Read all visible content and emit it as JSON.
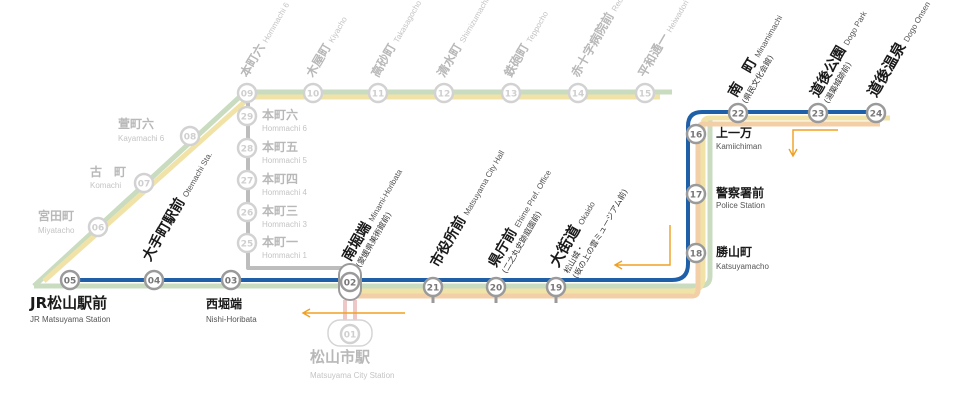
{
  "colors": {
    "main_blue": "#1f5fa8",
    "line_green": "#c9dcc0",
    "line_yellow": "#f1e3a7",
    "line_orange": "#f3cfa8",
    "pink": "#efc7c7",
    "gray_text": "#b8b8b8",
    "gray_station": "#a9a9a9",
    "black_text": "#1a1a1a",
    "arrow_orange": "#f0a020"
  },
  "stations": [
    {
      "num": "05",
      "jp": "JR松山駅前",
      "en": "JR Matsuyama Station",
      "active": true
    },
    {
      "num": "04",
      "jp": "大手町駅前",
      "en": "Otemachi Sta.",
      "active": true
    },
    {
      "num": "03",
      "jp": "西堀端",
      "en": "Nishi-Horibata",
      "active": true
    },
    {
      "num": "02",
      "jp": "南堀端",
      "en": "Minami-Horibata",
      "sub": "(愛媛県美術館前)",
      "active": true
    },
    {
      "num": "21",
      "jp": "市役所前",
      "en": "Matsuyama City Hall",
      "active": true
    },
    {
      "num": "20",
      "jp": "県庁前",
      "en": "Ehime Pref. Office",
      "sub": "(二之丸史跡庭園前)",
      "active": true
    },
    {
      "num": "19",
      "jp": "大街道",
      "en": "Okaido",
      "sub": "松山城・",
      "sub2": "(坂の上の雲ミュージアム前)",
      "active": true
    },
    {
      "num": "18",
      "jp": "勝山町",
      "en": "Katsuyamacho",
      "active": true
    },
    {
      "num": "17",
      "jp": "警察署前",
      "en": "Police Station",
      "active": true
    },
    {
      "num": "16",
      "jp": "上一万",
      "en": "Kamiichiman",
      "active": true
    },
    {
      "num": "22",
      "jp": "南　町",
      "en": "Minamimachi",
      "sub": "(県民文化会館)",
      "active": true
    },
    {
      "num": "23",
      "jp": "道後公園",
      "en": "Dogo Park",
      "sub": "(湯築城跡前)",
      "active": true
    },
    {
      "num": "24",
      "jp": "道後温泉",
      "en": "Dogo Onsen",
      "active": true
    },
    {
      "num": "06",
      "jp": "宮田町",
      "en": "Miyatacho",
      "active": false
    },
    {
      "num": "07",
      "jp": "古　町",
      "en": "Komachi",
      "active": false
    },
    {
      "num": "08",
      "jp": "萱町六",
      "en": "Kayamachi 6",
      "active": false
    },
    {
      "num": "09",
      "jp": "本町六",
      "en": "Hommachi 6",
      "active": false
    },
    {
      "num": "10",
      "jp": "木屋町",
      "en": "Kiyacho",
      "active": false
    },
    {
      "num": "11",
      "jp": "高砂町",
      "en": "Takasagocho",
      "active": false
    },
    {
      "num": "12",
      "jp": "清水町",
      "en": "Shimizumachi",
      "active": false
    },
    {
      "num": "13",
      "jp": "鉄砲町",
      "en": "Teppocho",
      "active": false
    },
    {
      "num": "14",
      "jp": "赤十字病院前",
      "en": "Red Cross Hospital",
      "active": false
    },
    {
      "num": "15",
      "jp": "平和通一",
      "en": "Heiwadori 1",
      "active": false
    },
    {
      "num": "29",
      "jp": "本町六",
      "en": "Hommachi 6",
      "active": false
    },
    {
      "num": "28",
      "jp": "本町五",
      "en": "Hommachi 5",
      "active": false
    },
    {
      "num": "27",
      "jp": "本町四",
      "en": "Hommachi 4",
      "active": false
    },
    {
      "num": "26",
      "jp": "本町三",
      "en": "Hommachi 3",
      "active": false
    },
    {
      "num": "25",
      "jp": "本町一",
      "en": "Hommachi 1",
      "active": false
    },
    {
      "num": "01",
      "jp": "松山市駅",
      "en": "Matsuyama City Station",
      "active": false
    }
  ]
}
